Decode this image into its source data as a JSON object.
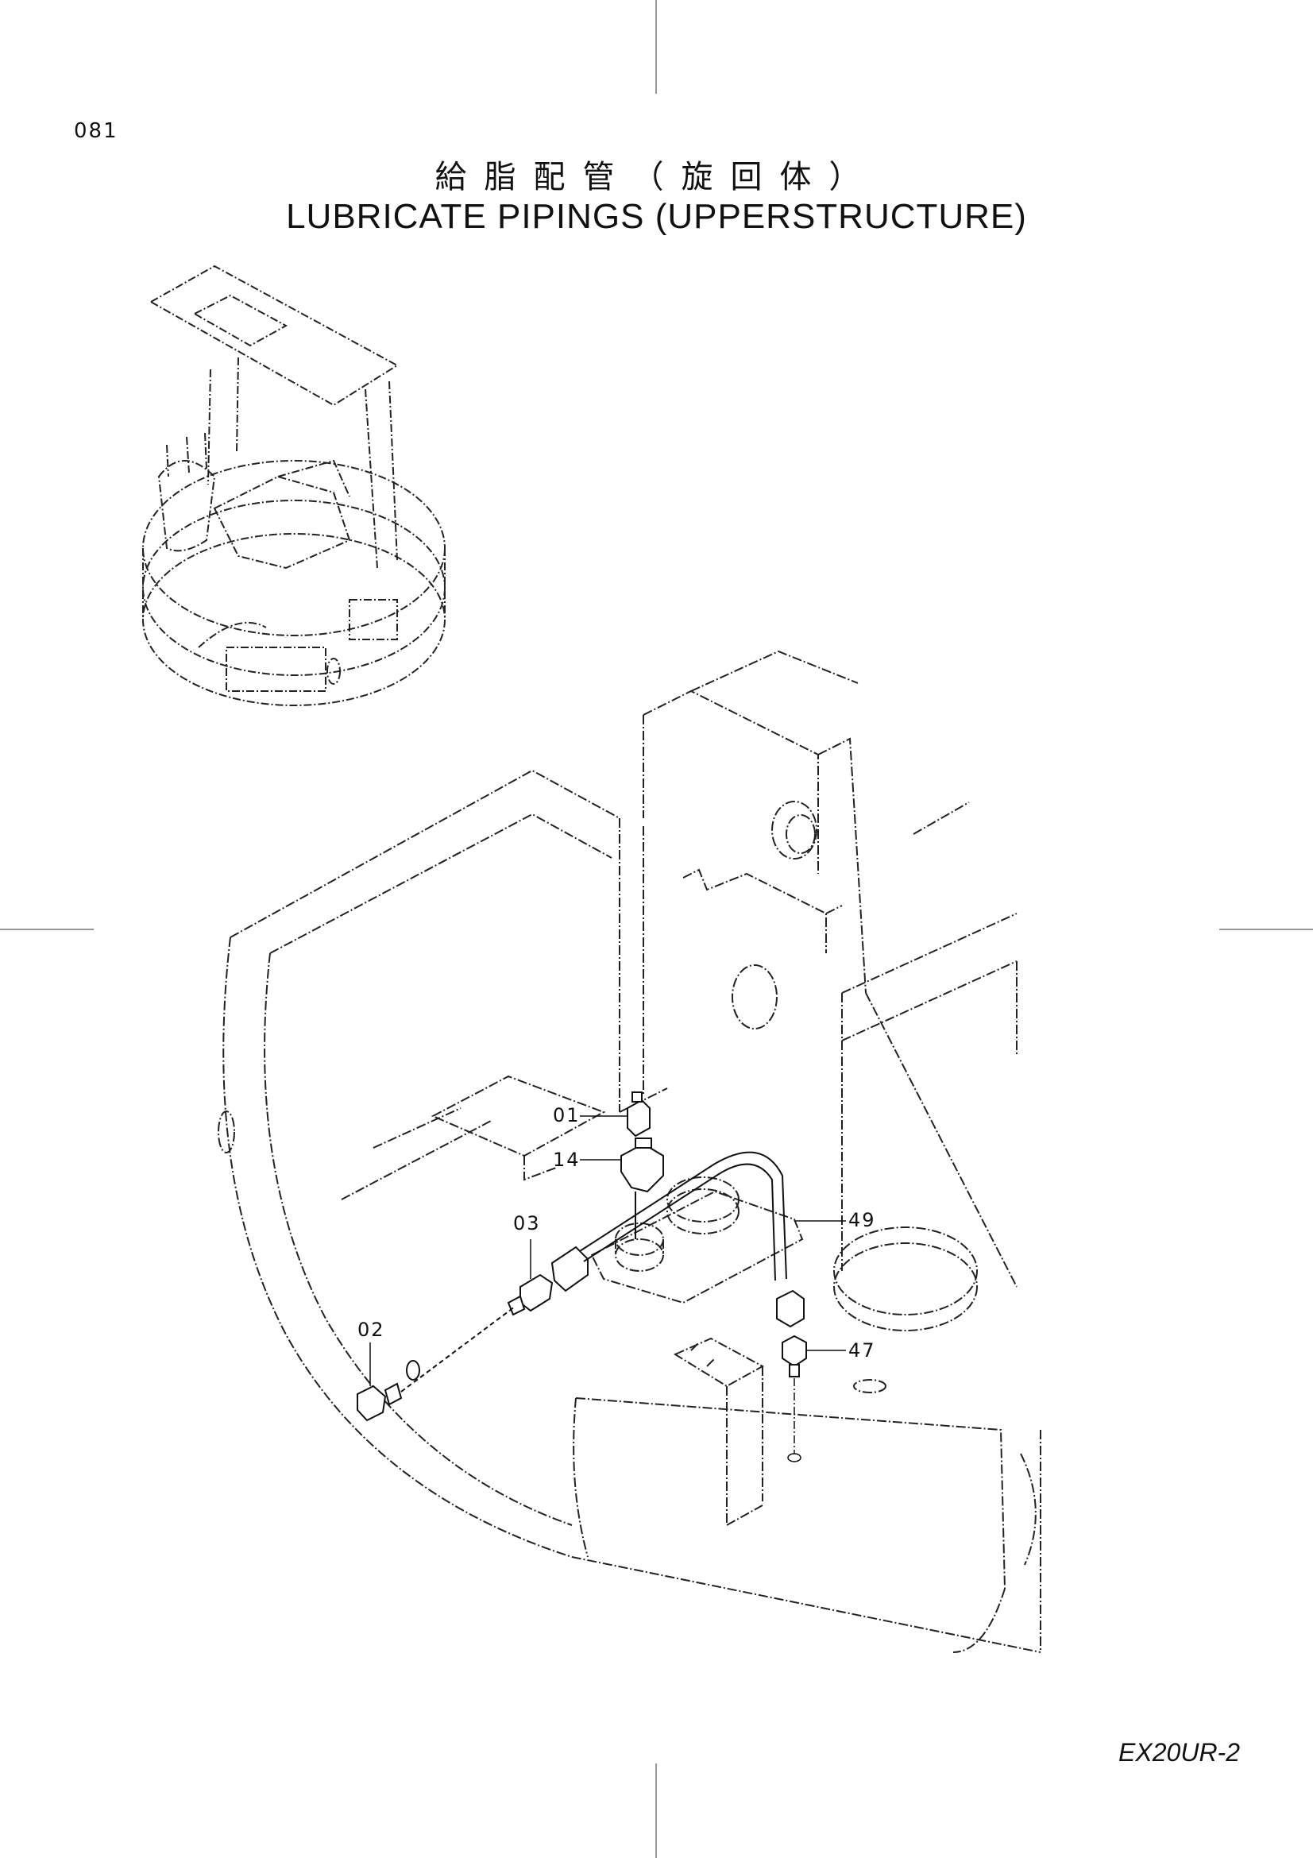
{
  "page": {
    "number": "081",
    "title_jp": "給脂配管（旋回体）",
    "title_en": "LUBRICATE PIPINGS (UPPERSTRUCTURE)",
    "model": "EX20UR-2"
  },
  "callouts": [
    {
      "id": "c01",
      "label": "01"
    },
    {
      "id": "c14",
      "label": "14"
    },
    {
      "id": "c03",
      "label": "03"
    },
    {
      "id": "c49",
      "label": "49"
    },
    {
      "id": "c02",
      "label": "02"
    },
    {
      "id": "c47",
      "label": "47"
    }
  ]
}
